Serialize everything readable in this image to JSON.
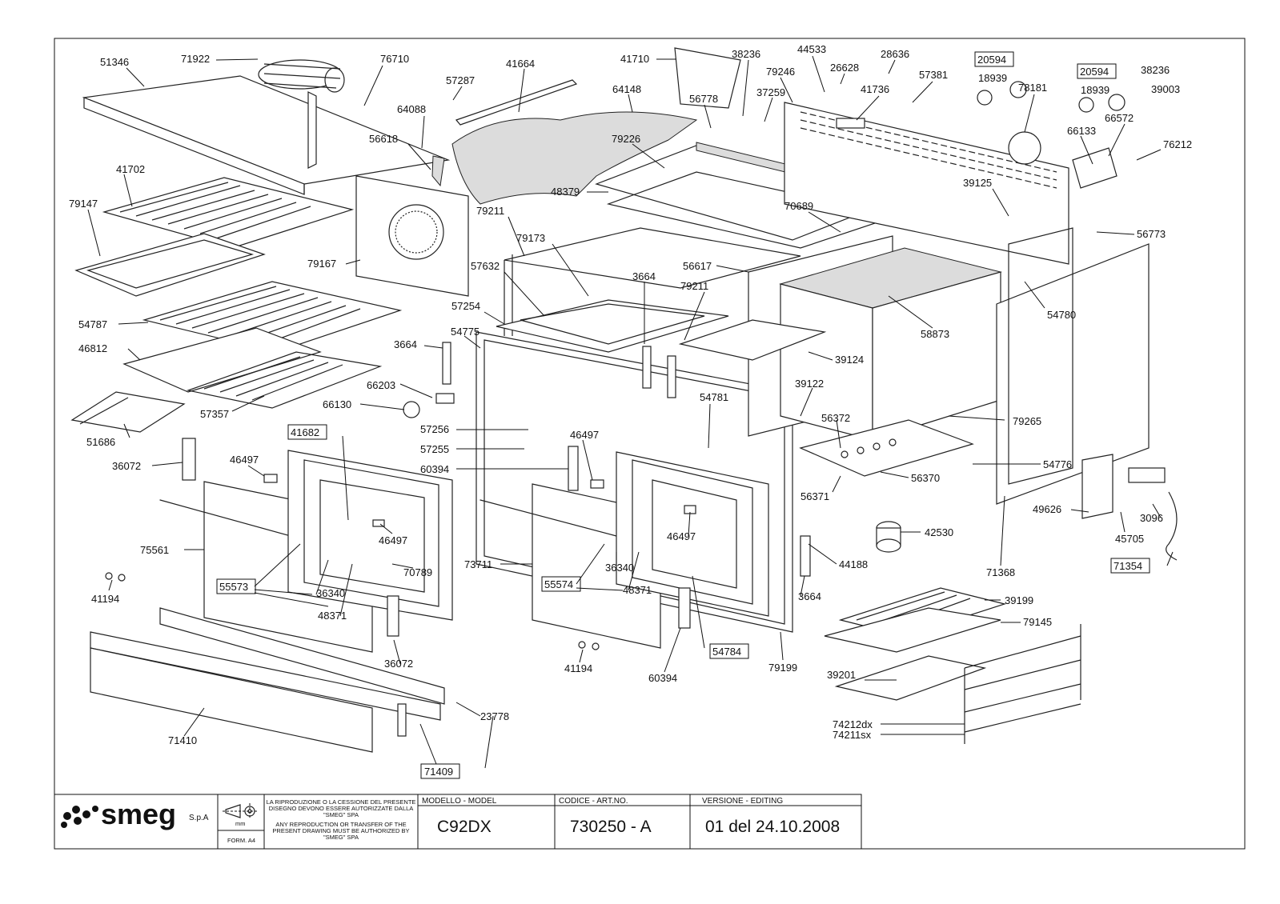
{
  "parts": {
    "p51346": "51346",
    "p71922": "71922",
    "p76710": "76710",
    "p41664": "41664",
    "p57287": "57287",
    "p64088": "64088",
    "p41710": "41710",
    "p64148": "64148",
    "p38236a": "38236",
    "p44533": "44533",
    "p28636": "28636",
    "p26628": "26628",
    "p79246": "79246",
    "p57381": "57381",
    "p20594a": "20594",
    "p18939a": "18939",
    "p20594b": "20594",
    "p18939b": "18939",
    "p38236b": "38236",
    "p39003": "39003",
    "p56778": "56778",
    "p37259": "37259",
    "p41736": "41736",
    "p78181": "78181",
    "p66133": "66133",
    "p66572": "66572",
    "p76212": "76212",
    "p56618": "56618",
    "p79226": "79226",
    "p41702": "41702",
    "p79147": "79147",
    "p48379": "48379",
    "p70689": "70689",
    "p39125": "39125",
    "p79211a": "79211",
    "p56773": "56773",
    "p79173": "79173",
    "p79167": "79167",
    "p57632": "57632",
    "p3664a": "3664",
    "p56617": "56617",
    "p79211b": "79211",
    "p57254": "57254",
    "p54780": "54780",
    "p54787": "54787",
    "p54775": "54775",
    "p58873": "58873",
    "p3664b": "3664",
    "p46812": "46812",
    "p39124": "39124",
    "p66203": "66203",
    "p39122": "39122",
    "p54781": "54781",
    "p66130": "66130",
    "p57357": "57357",
    "p56372": "56372",
    "p79265": "79265",
    "p51686": "51686",
    "p41682": "41682",
    "p57256": "57256",
    "p46497a": "46497",
    "p57255": "57255",
    "p36072a": "36072",
    "p46497b": "46497",
    "p60394a": "60394",
    "p54776": "54776",
    "p56370": "56370",
    "p56371": "56371",
    "p49626": "49626",
    "p3096": "3096",
    "p42530": "42530",
    "p75561": "75561",
    "p46497c": "46497",
    "p45705": "45705",
    "p73711": "73711",
    "p46497d": "46497",
    "p70789": "70789",
    "p44188": "44188",
    "p71368": "71368",
    "p71354": "71354",
    "p41194a": "41194",
    "p55573": "55573",
    "p36340a": "36340",
    "p55574": "55574",
    "p36340b": "36340",
    "p48371a": "48371",
    "p48371b": "48371",
    "p3664c": "3664",
    "p39199a": "39199",
    "p79145": "79145",
    "p36072b": "36072",
    "p54784": "54784",
    "p41194b": "41194",
    "p79199": "79199",
    "p60394b": "60394",
    "p39201": "39201",
    "p23778": "23778",
    "p71410": "71410",
    "p74212": "74212dx",
    "p74211": "74211sx",
    "p71409": "71409"
  },
  "titleblock": {
    "brand": "smeg",
    "brand_suffix": "S.p.A",
    "unit": "mm",
    "format": "FORM. A4",
    "notice_it_1": "LA RIPRODUZIONE O LA CESSIONE DEL PRESENTE",
    "notice_it_2": "DISEGNO DEVONO ESSERE AUTORIZZATE DALLA",
    "notice_it_3": "\"SMEG\" SPA",
    "notice_en_1": "ANY REPRODUCTION OR TRANSFER OF THE",
    "notice_en_2": "PRESENT DRAWING MUST BE AUTHORIZED BY",
    "notice_en_3": "\"SMEG\" SPA",
    "model_label": "MODELLO - MODEL",
    "model_value": "C92DX",
    "code_label": "CODICE - ART.NO.",
    "code_value": "730250 - A",
    "version_label": "VERSIONE - EDITING",
    "version_value": "01 del 24.10.2008"
  }
}
